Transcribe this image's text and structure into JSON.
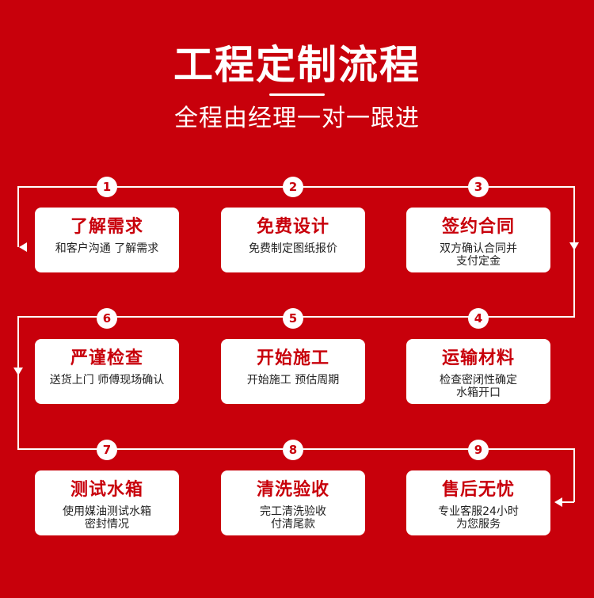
{
  "header": {
    "title": "工程定制流程",
    "subtitle": "全程由经理一对一跟进"
  },
  "steps": [
    {
      "number": "1",
      "title": "了解需求",
      "desc": "和客户沟通 了解需求"
    },
    {
      "number": "2",
      "title": "免费设计",
      "desc": "免费制定图纸报价"
    },
    {
      "number": "3",
      "title": "签约合同",
      "desc": "双方确认合同并\n支付定金"
    },
    {
      "number": "4",
      "title": "运输材料",
      "desc": "检查密闭性确定\n水箱开口"
    },
    {
      "number": "5",
      "title": "开始施工",
      "desc": "开始施工 预估周期"
    },
    {
      "number": "6",
      "title": "严谨检查",
      "desc": "送货上门 师傅现场确认"
    },
    {
      "number": "7",
      "title": "测试水箱",
      "desc": "使用媒油测试水箱\n密封情况"
    },
    {
      "number": "8",
      "title": "清洗验收",
      "desc": "完工清洗验收\n付清尾款"
    },
    {
      "number": "9",
      "title": "售后无忧",
      "desc": "专业客服24小时\n为您服务"
    }
  ],
  "colors": {
    "background": "#c8000b",
    "card": "#ffffff",
    "accent": "#c8000b"
  }
}
